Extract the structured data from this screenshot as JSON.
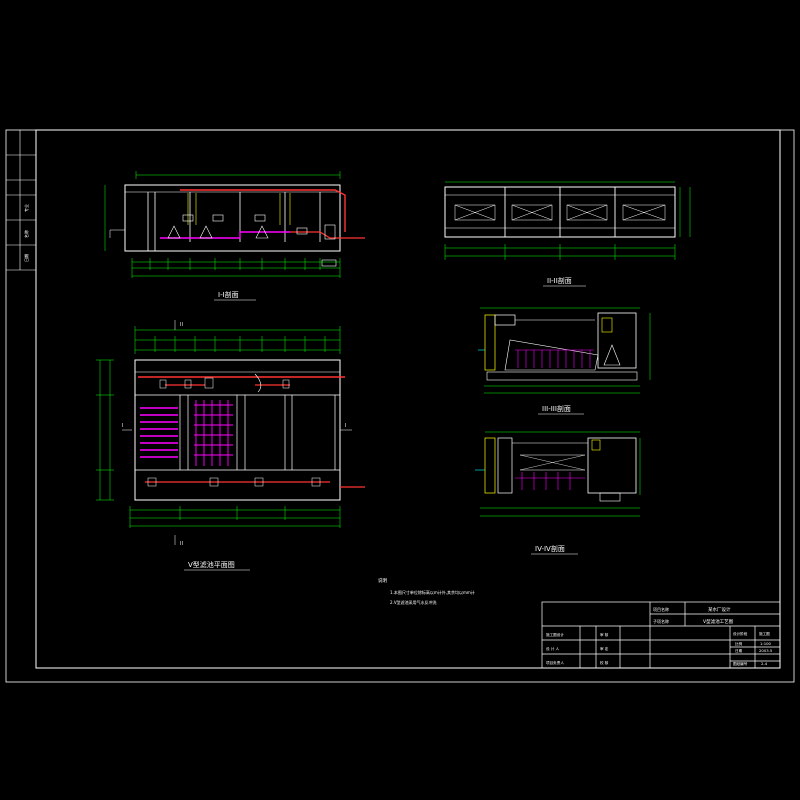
{
  "drawing": {
    "views": {
      "section_1": "I-I剖面",
      "section_2": "II-II剖面",
      "section_3": "III-III剖面",
      "section_4": "IV-IV剖面",
      "plan": "V型滤池平面图"
    },
    "section_marks": {
      "one": "I",
      "two": "II"
    },
    "notes": {
      "title": "说明",
      "line1": "1.本图尺寸单位除标高以m计外,其余均以mm计",
      "line2": "2.V型滤池采用气水反冲洗"
    },
    "title_block": {
      "project_label": "项目名称",
      "project_value": "某水厂设计",
      "subitem_label": "子项名称",
      "drawing_name": "V型滤池工艺图",
      "designer_label": "设计阶段",
      "stage_value": "施工图",
      "scale_label": "比例",
      "scale_value": "1:100",
      "date_label": "日期",
      "date_value": "2003.5",
      "sheet_label": "图纸编号",
      "sheet_value": "2-4",
      "sign_rows": [
        {
          "role": "施工图设计",
          "role2": "审 核"
        },
        {
          "role": "设 计 人",
          "role2": "审 定"
        },
        {
          "role": "项目负责人",
          "role2": "校 核"
        }
      ]
    },
    "side_strip": [
      "专业",
      "名称",
      "日期"
    ]
  },
  "colors": {
    "background": "#000000",
    "frame": "#ffffff",
    "dimension": "#00ff00",
    "pipe": "#ff00ff",
    "red_pipe": "#ff3333",
    "cyan": "#00ffff",
    "yellow": "#ffff00"
  }
}
